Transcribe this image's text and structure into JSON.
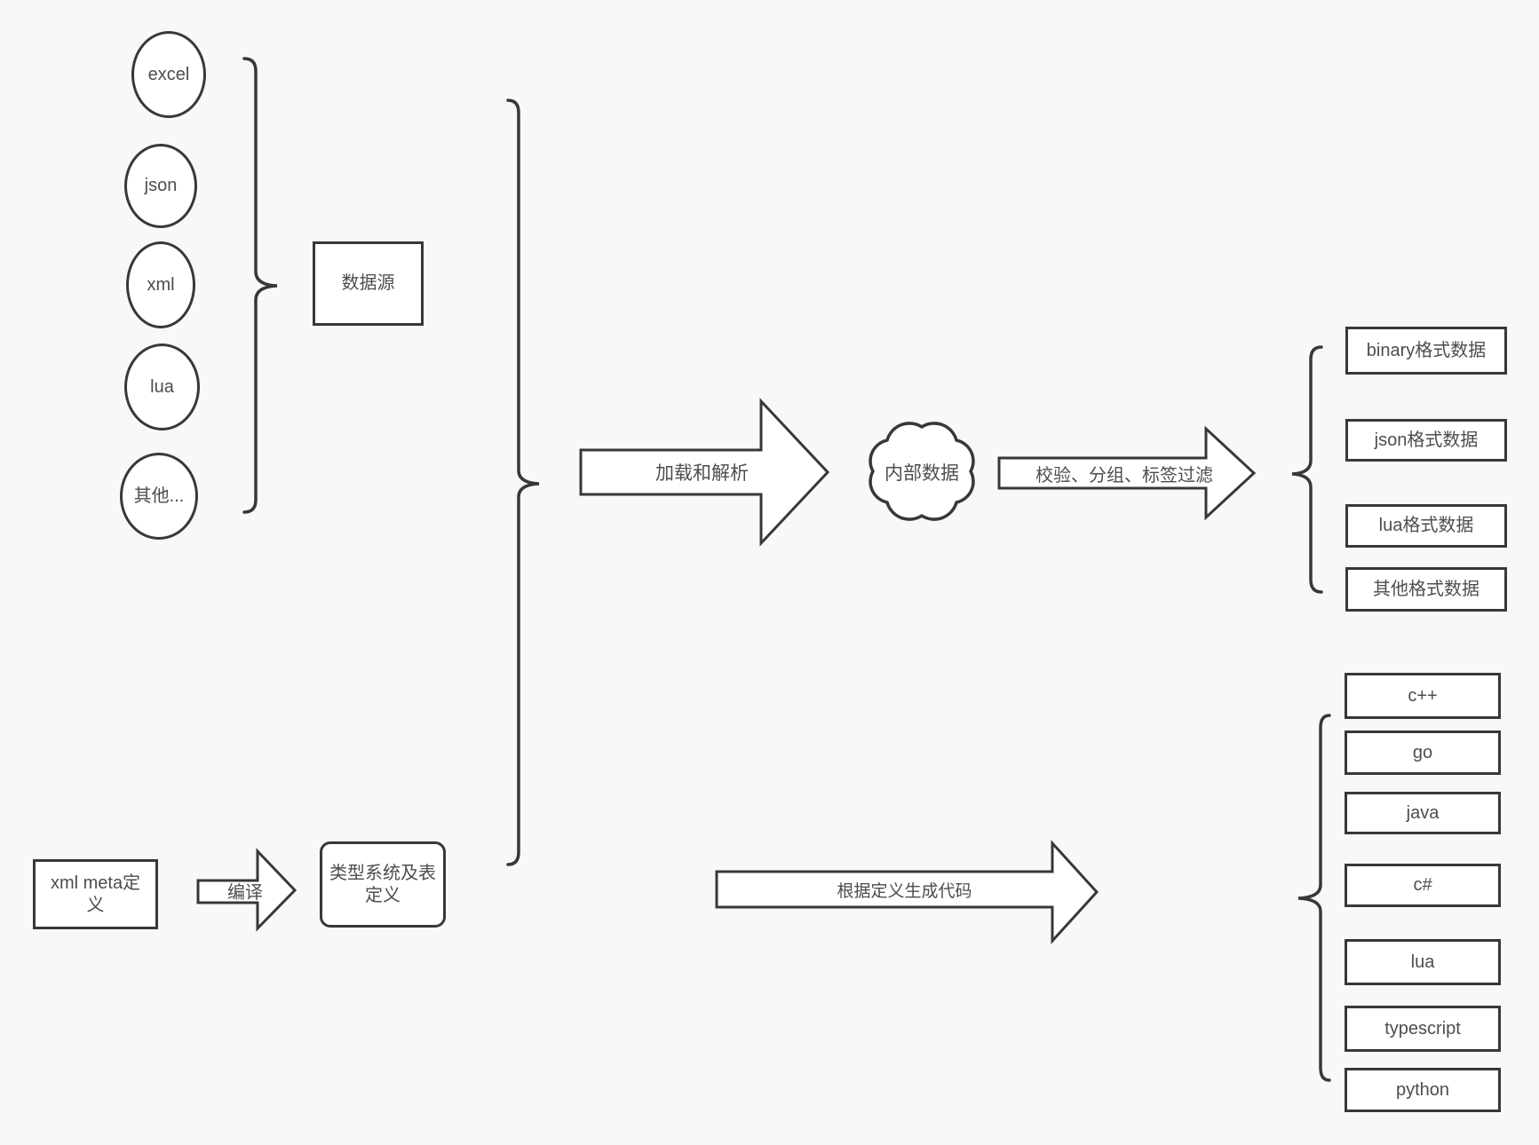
{
  "diagram": {
    "sources": {
      "items": [
        "excel",
        "json",
        "xml",
        "lua",
        "其他..."
      ],
      "group_label": "数据源"
    },
    "pipeline": {
      "load_parse_label": "加载和解析",
      "internal_data_label": "内部数据",
      "filter_label": "校验、分组、标签过滤",
      "generate_label": "根据定义生成代码",
      "compile_label": "编译"
    },
    "definitions": {
      "xml_meta_label": "xml meta定义",
      "type_system_label": "类型系统及表定义"
    },
    "format_outputs": [
      "binary格式数据",
      "json格式数据",
      "lua格式数据",
      "其他格式数据"
    ],
    "language_outputs": [
      "c++",
      "go",
      "java",
      "c#",
      "lua",
      "typescript",
      "python"
    ],
    "colors": {
      "background": "#f8f8f8",
      "shape_fill": "#ffffff",
      "stroke": "#383838",
      "text": "#4d4d4d"
    }
  }
}
